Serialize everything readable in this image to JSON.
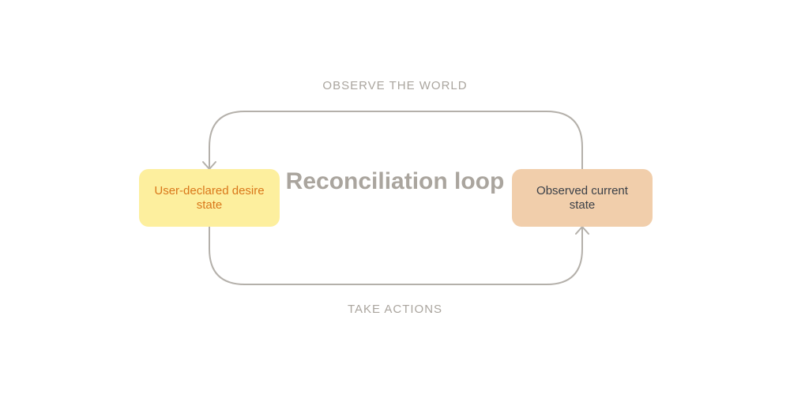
{
  "diagram": {
    "top_label": "OBSERVE THE WORLD",
    "bottom_label": "TAKE ACTIONS",
    "center_title": "Reconciliation loop",
    "left_box": {
      "label": "User-declared desire state",
      "fill": "#fdef9e",
      "text_color": "#d9771a"
    },
    "right_box": {
      "label": "Observed current state",
      "fill": "#f1ceab",
      "text_color": "#3b4048"
    },
    "loop_color": "#b4b0aa",
    "label_color": "#aaa59e"
  }
}
